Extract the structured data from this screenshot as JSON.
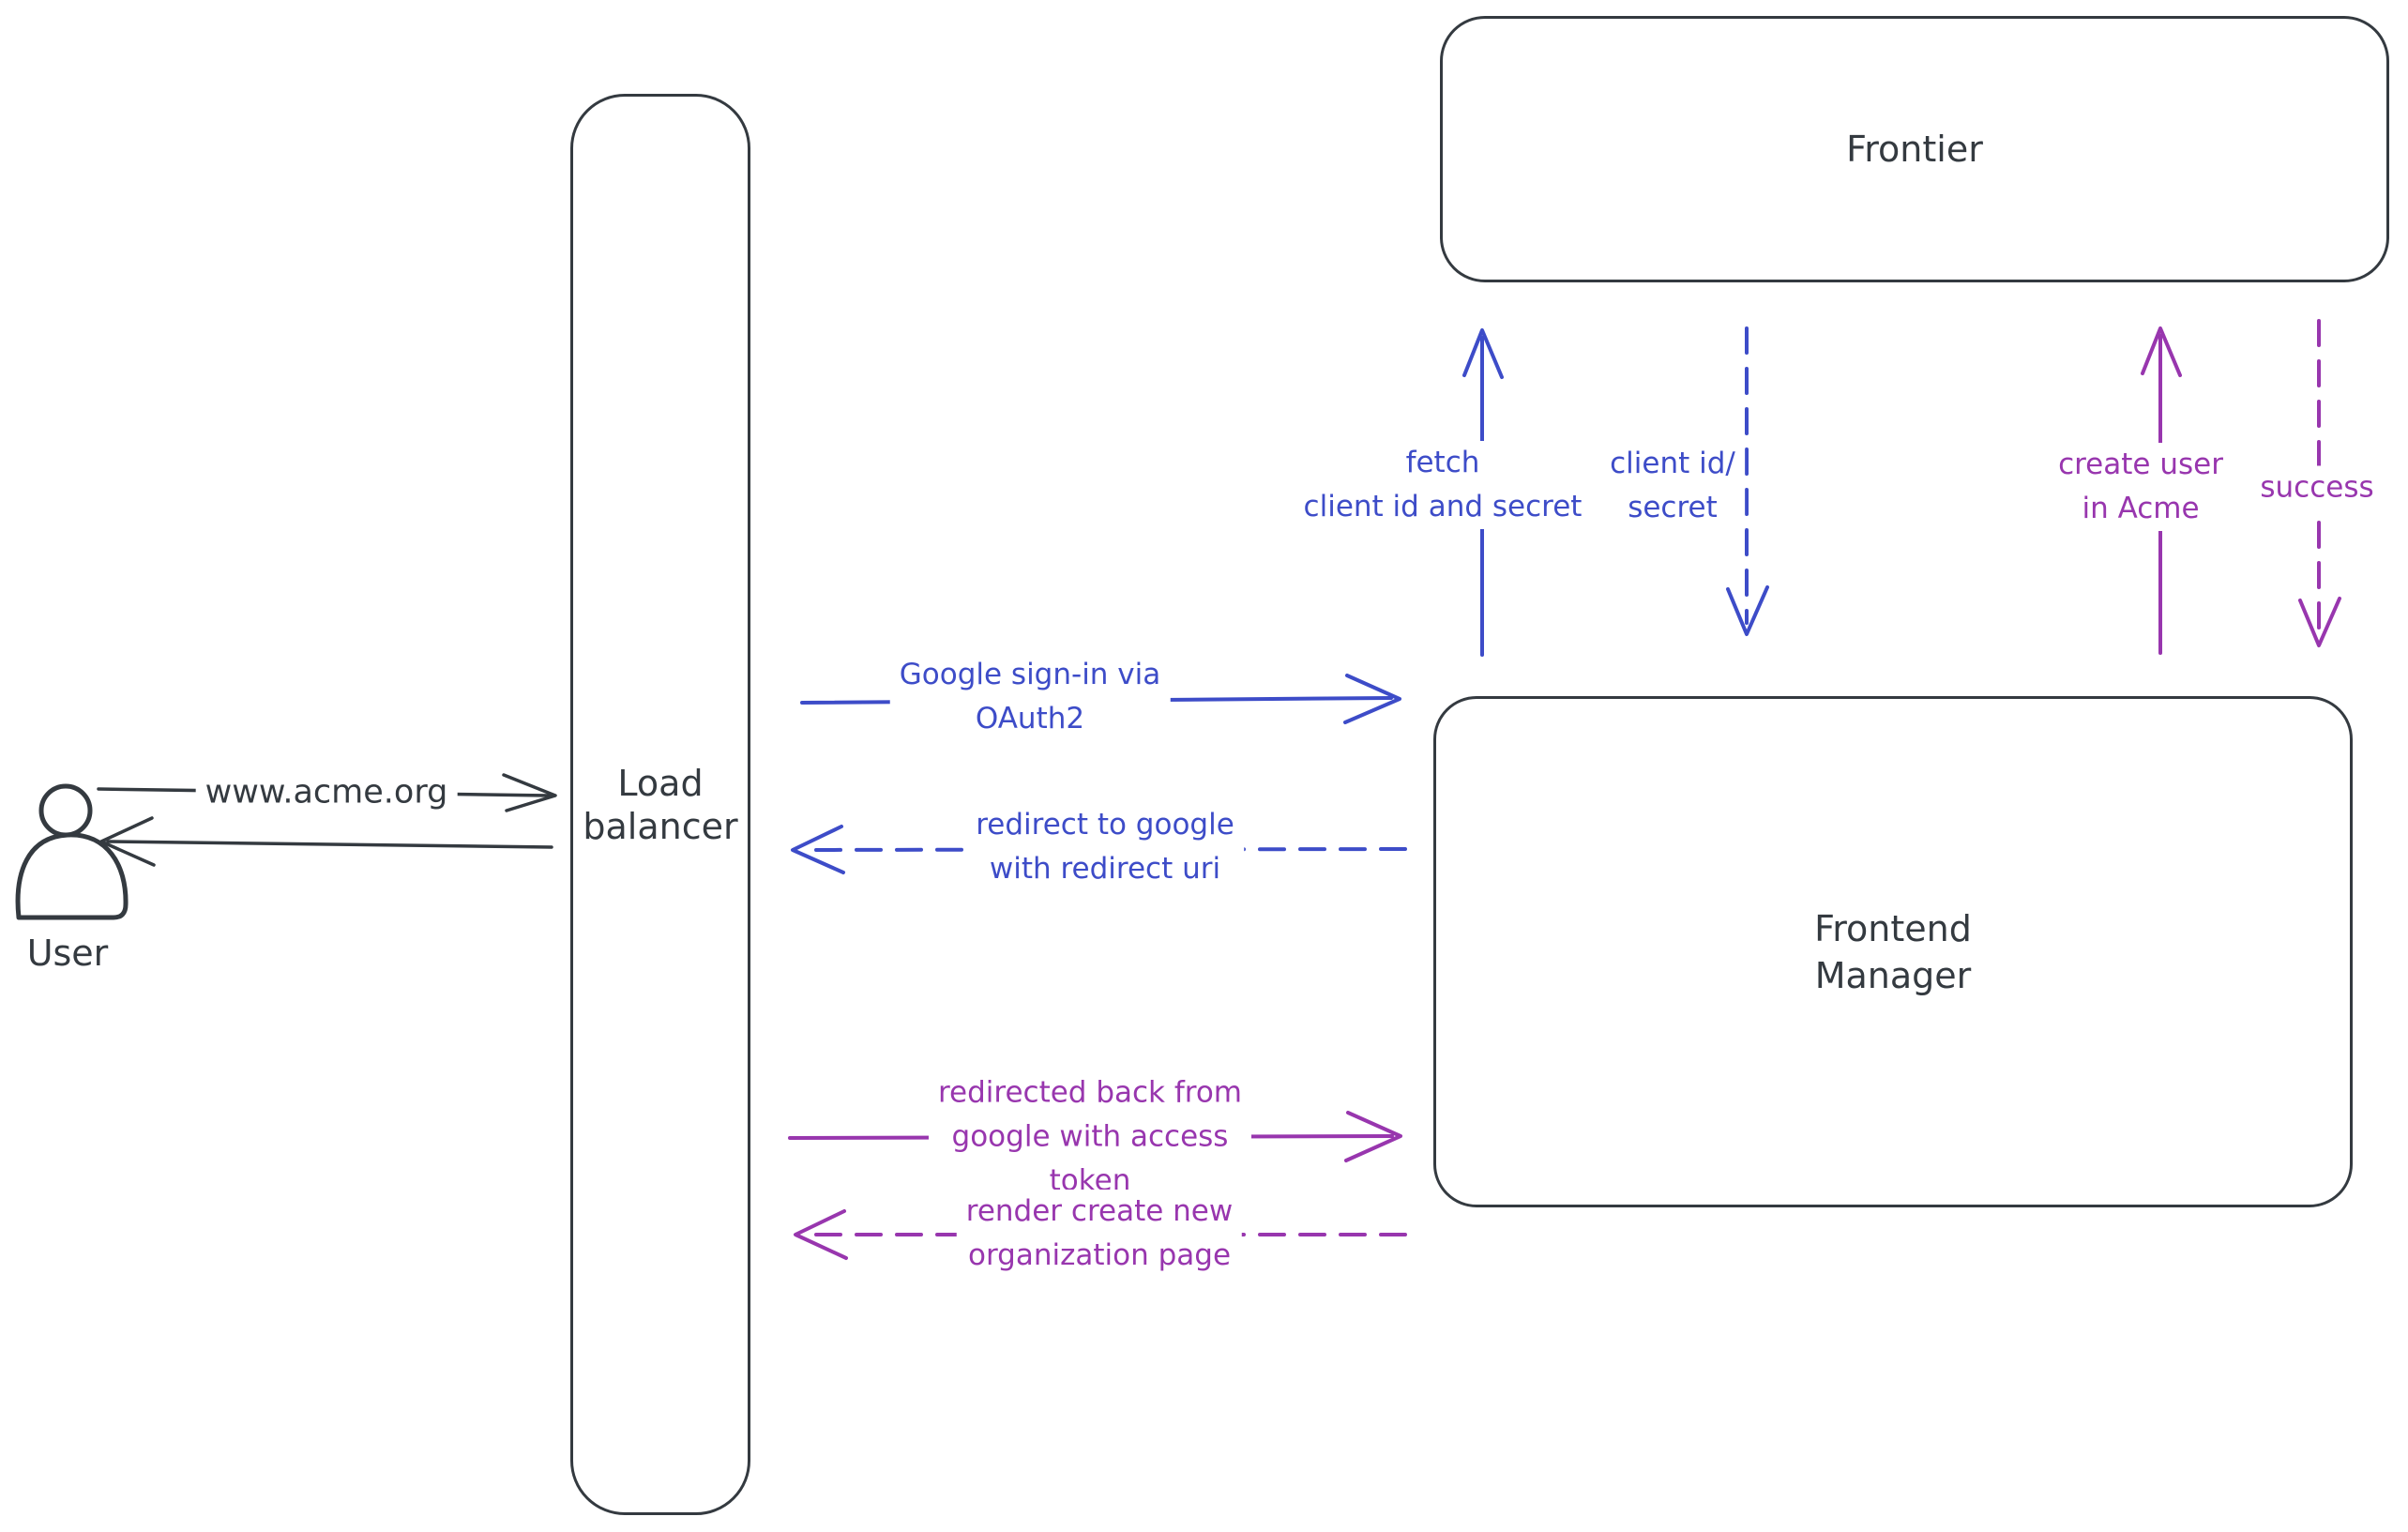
{
  "colors": {
    "dark": "#343a40",
    "blue": "#3d4cc8",
    "purple": "#9836ae",
    "hatch": "#cdd5e0",
    "bg": "#ffffff"
  },
  "nodes": {
    "user": {
      "lines": [
        "User"
      ]
    },
    "load_balancer": {
      "lines": [
        "Load",
        "balancer"
      ]
    },
    "frontier": {
      "lines": [
        "Frontier"
      ]
    },
    "frontend_manager": {
      "lines": [
        "Frontend",
        "Manager"
      ]
    }
  },
  "arrows": {
    "www_acme": {
      "from": "User",
      "to": "Load balancer",
      "style": "solid",
      "color": "dark",
      "direction": "right",
      "lines": [
        "www.acme.org"
      ]
    },
    "lb_to_user": {
      "from": "Load balancer",
      "to": "User",
      "style": "solid",
      "color": "dark",
      "direction": "left",
      "lines": []
    },
    "google_signin": {
      "from": "Load balancer",
      "to": "Frontend Manager",
      "style": "solid",
      "color": "blue",
      "direction": "right",
      "lines": [
        "Google sign-in via",
        "OAuth2"
      ]
    },
    "redirect_google": {
      "from": "Frontend Manager",
      "to": "Load balancer",
      "style": "dashed",
      "color": "blue",
      "direction": "left",
      "lines": [
        "redirect to google",
        "with redirect uri"
      ]
    },
    "redirected_back": {
      "from": "Load balancer",
      "to": "Frontend Manager",
      "style": "solid",
      "color": "purple",
      "direction": "right",
      "lines": [
        "redirected back from",
        "google with access",
        "token"
      ]
    },
    "render_org_page": {
      "from": "Frontend Manager",
      "to": "Load balancer",
      "style": "dashed",
      "color": "purple",
      "direction": "left",
      "lines": [
        "render create new",
        "organization page"
      ]
    },
    "fetch_client": {
      "from": "Frontend Manager",
      "to": "Frontier",
      "style": "solid",
      "color": "blue",
      "direction": "up",
      "lines": [
        "fetch",
        "client id and secret"
      ]
    },
    "client_id_secret": {
      "from": "Frontier",
      "to": "Frontend Manager",
      "style": "dashed",
      "color": "blue",
      "direction": "down",
      "lines": [
        "client id/",
        "secret"
      ]
    },
    "create_user": {
      "from": "Frontend Manager",
      "to": "Frontier",
      "style": "solid",
      "color": "purple",
      "direction": "up",
      "lines": [
        "create user",
        "in Acme"
      ]
    },
    "success": {
      "from": "Frontier",
      "to": "Frontend Manager",
      "style": "dashed",
      "color": "purple",
      "direction": "down",
      "lines": [
        "success"
      ]
    }
  }
}
